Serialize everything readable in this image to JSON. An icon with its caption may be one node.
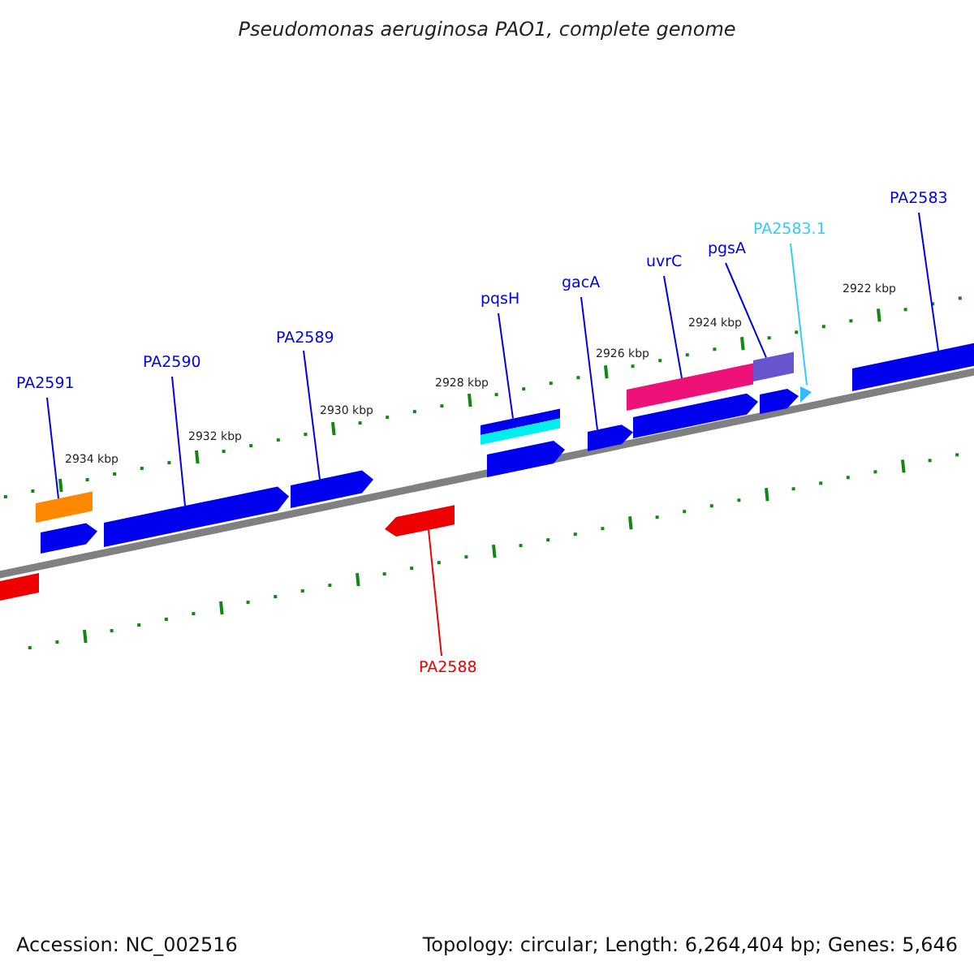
{
  "diagram": {
    "title": "Pseudomonas aeruginosa PAO1, complete genome",
    "nodes": [
      {
        "text": [
          "PA2583"
        ]
      },
      {
        "text": [
          "PA2583.1"
        ]
      },
      {
        "text": [
          "pgsA"
        ]
      },
      {
        "text": [
          "uvrC"
        ]
      },
      {
        "text": [
          "gacA"
        ]
      },
      {
        "text": [
          "pqsH"
        ]
      },
      {
        "text": [
          "PA2589"
        ]
      },
      {
        "text": [
          "PA2590"
        ]
      },
      {
        "text": [
          "PA2591"
        ]
      },
      {
        "text": [
          "PA2588"
        ]
      },
      {
        "text": [],
        "shape": "box"
      },
      {
        "text": [],
        "shape": "box"
      },
      {
        "text": [],
        "shape": "pentagon"
      },
      {
        "text": [],
        "shape": "pentagon"
      },
      {
        "text": [],
        "shape": "pentagon"
      },
      {
        "text": [],
        "shape": "pentagon"
      },
      {
        "text": [],
        "shape": "box"
      },
      {
        "text": [],
        "shape": "pentagon"
      },
      {
        "text": [],
        "shape": "pentagon"
      },
      {
        "text": [],
        "shape": "box"
      },
      {
        "text": [],
        "shape": "pentagon"
      },
      {
        "text": [],
        "shape": "box"
      },
      {
        "text": [],
        "shape": "pentagon"
      },
      {
        "text": [],
        "shape": "pentagon"
      },
      {
        "text": [],
        "shape": "box"
      }
    ],
    "edges": [
      {
        "from": 0,
        "to": 24,
        "arrow": "none"
      },
      {
        "from": 1,
        "to": 23,
        "arrow": "none",
        "color": "#33ccff"
      },
      {
        "from": 2,
        "to": 21,
        "arrow": "none"
      },
      {
        "from": 3,
        "to": 19,
        "arrow": "none"
      },
      {
        "from": 4,
        "to": 18,
        "arrow": "none"
      },
      {
        "from": 5,
        "to": 16,
        "arrow": "none"
      },
      {
        "from": 6,
        "to": 14,
        "arrow": "none"
      },
      {
        "from": 7,
        "to": 13,
        "arrow": "none"
      },
      {
        "from": 8,
        "to": 11,
        "arrow": "none"
      },
      {
        "from": 9,
        "to": 15,
        "arrow": "none",
        "color": "#ee0000"
      }
    ],
    "labels": [
      "2922 kbp",
      "2924 kbp",
      "2926 kbp",
      "2928 kbp",
      "2930 kbp",
      "2932 kbp",
      "2934 kbp",
      "Accession: NC_002516",
      "Topology: circular; Length: 6,264,404 bp; Genes: 5,646"
    ]
  }
}
